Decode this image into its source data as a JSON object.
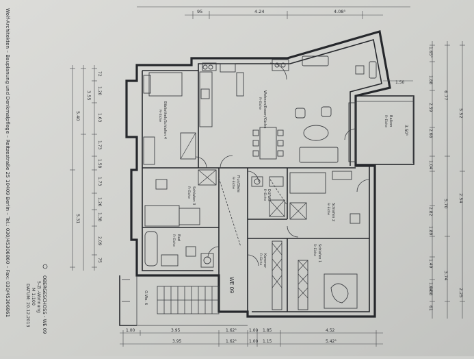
{
  "titleblock": {
    "office_vertical": "Wolf-Architekten  –  Bauplanung und Denkmalpflege  –  Reitzestraße 25 10409 Berlin  –  Tel.: 030/45306860  –  Fax: 030/45306861",
    "floor": "OBERGESCHOSS - WE 09",
    "unit": "5-Zi.-Wohnung",
    "scale": "M 1:100",
    "date": "DATUM: 20.12.2013"
  },
  "rooms": [
    {
      "id": "wohnen",
      "name": "Wohnen/Essen/Küche",
      "floor": "Fr-Eiche"
    },
    {
      "id": "bibliothek",
      "name": "Bibliothek/Schlafen 4",
      "floor": "Fr-Eiche"
    },
    {
      "id": "balkon",
      "name": "Balkon",
      "floor": "Fr-Eiche"
    },
    {
      "id": "flur",
      "name": "Flur/Diele",
      "floor": "Fr-Eiche"
    },
    {
      "id": "schlafen3",
      "name": "Schlafen 3",
      "floor": "Fr-Eiche"
    },
    {
      "id": "schlafen2",
      "name": "Schlafen 2",
      "floor": "Fr-Eiche"
    },
    {
      "id": "schlafen1",
      "name": "Schlafen 1",
      "floor": "Fr-Eiche"
    },
    {
      "id": "bad",
      "name": "Bad",
      "floor": "Fr-Eiche"
    },
    {
      "id": "wc",
      "name": "DU/WC",
      "floor": "Fr-Eiche"
    },
    {
      "id": "kammer",
      "name": "Kammer",
      "floor": "Fr-Eiche"
    }
  ],
  "unit_label": "WE 09",
  "stair_label": "O.Wo. 6",
  "dims": {
    "top": [
      "95",
      "4.24",
      "4.08⁵"
    ],
    "bottom1": [
      "1.00",
      "3.95",
      "1.62⁵",
      "1.00",
      "1.85",
      "4.52"
    ],
    "bottom2": [
      "3.95",
      "1.62⁵",
      "1.00",
      "1.15",
      "5.42⁵"
    ],
    "left": [
      "72",
      "1.20",
      "1.63",
      "1.73",
      "1.58",
      "1.73",
      "1.26",
      "1.38",
      "2.09",
      "75"
    ],
    "left_total": [
      "3.55",
      "5.40",
      "5.31"
    ],
    "right_inner": [
      "1.65⁵",
      "1.88",
      "2.68",
      "2.59",
      "1.04",
      "2.82",
      "1.89",
      "1.49",
      "1.64",
      "61"
    ],
    "right_outer": [
      "6.77",
      "5.70",
      "3.74",
      "2.88",
      "2.25",
      "2.54",
      "5.52"
    ],
    "balkon": [
      "1.50",
      "3.50⁵"
    ]
  }
}
